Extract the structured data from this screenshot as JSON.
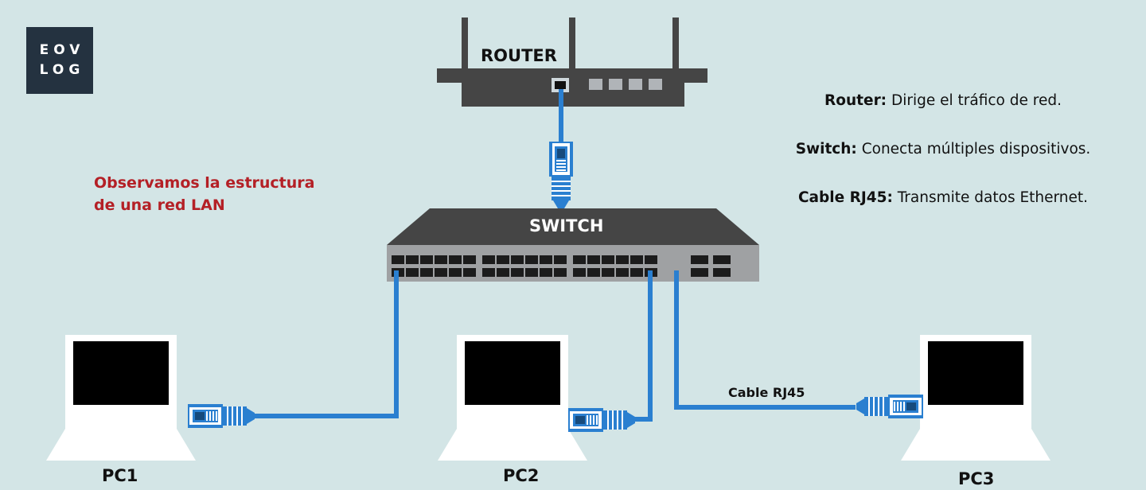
{
  "logo": {
    "line1": "EOV",
    "line2": "LOG"
  },
  "note": {
    "line1": "Observamos la estructura",
    "line2": "de una red LAN"
  },
  "devices": {
    "router": "ROUTER",
    "switch": "SWITCH",
    "pc1": "PC1",
    "pc2": "PC2",
    "pc3": "PC3"
  },
  "cable_label": "Cable RJ45",
  "legend": [
    {
      "term": "Router:",
      "desc": " Dirige el tráfico de red."
    },
    {
      "term": "Switch:",
      "desc": " Conecta múltiples dispositivos."
    },
    {
      "term": "Cable RJ45:",
      "desc": " Transmite datos Ethernet."
    }
  ],
  "colors": {
    "background": "#d3e5e6",
    "cable": "#2a7fd0",
    "device_dark": "#454545",
    "switch_front": "#9fa1a3",
    "note_text": "#b42026",
    "logo_bg": "#243240"
  }
}
